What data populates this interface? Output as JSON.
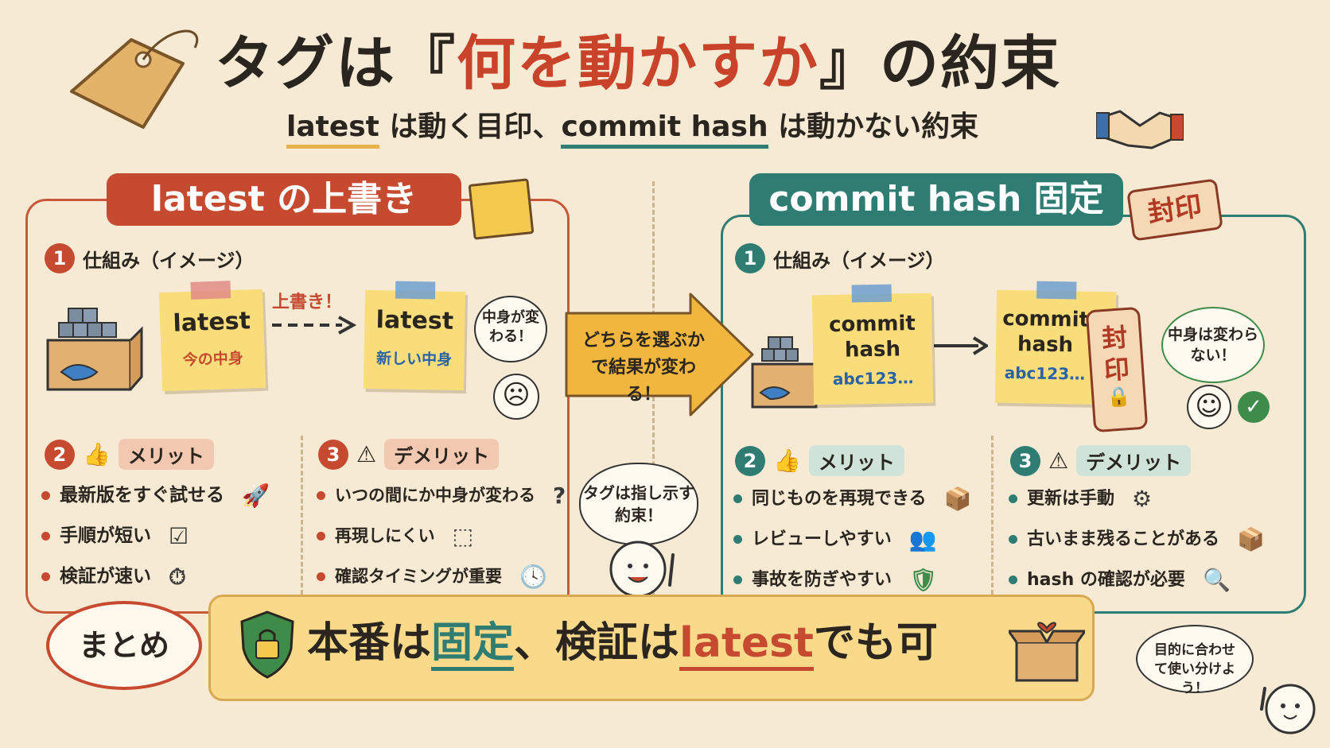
{
  "title": {
    "pre": "タグは『",
    "highlight": "何を動かすか",
    "post": "』の約束"
  },
  "subtitle": {
    "part1": "latest",
    "part2": " は動く目印、",
    "part3": "commit hash",
    "part4": " は動かない約束"
  },
  "left": {
    "banner": "latest の上書き",
    "step1": {
      "num": "1",
      "label": "仕組み（イメージ）"
    },
    "note1": {
      "title": "latest",
      "sub": "今の中身"
    },
    "arrow_label": "上書き！",
    "note2": {
      "title": "latest",
      "sub": "新しい中身"
    },
    "bubble": "中身が変わる！",
    "step2": {
      "num": "2",
      "label": "メリット"
    },
    "merits": [
      "最新版をすぐ試せる",
      "手順が短い",
      "検証が速い"
    ],
    "step3": {
      "num": "3",
      "label": "デメリット"
    },
    "demerits": [
      "いつの間にか中身が変わる",
      "再現しにくい",
      "確認タイミングが重要"
    ]
  },
  "center": {
    "arrow_text": "どちらを選ぶかで結果が変わる！",
    "bubble": "タグは指し示す約束！"
  },
  "right": {
    "banner": "commit hash 固定",
    "seal": "封印",
    "step1": {
      "num": "1",
      "label": "仕組み（イメージ）"
    },
    "note1": {
      "title": "commit hash",
      "sub": "abc123…"
    },
    "note2": {
      "title": "commit hash",
      "sub": "abc123…"
    },
    "tag_seal": "封印",
    "bubble": "中身は変わらない！",
    "step2": {
      "num": "2",
      "label": "メリット"
    },
    "merits": [
      "同じものを再現できる",
      "レビューしやすい",
      "事故を防ぎやすい"
    ],
    "step3": {
      "num": "3",
      "label": "デメリット"
    },
    "demerits": [
      "更新は手動",
      "古いまま残ることがある",
      "hash の確認が必要"
    ]
  },
  "summary": {
    "badge": "まとめ",
    "t1": "本番は",
    "t2": "固定",
    "t3": "、検証は",
    "t4": "latest",
    "t5": "でも可",
    "note": "目的に合わせて使い分けよう！"
  },
  "colors": {
    "red": "#c54a2f",
    "teal": "#2f7d72",
    "note_yellow": "#f8dd7a",
    "background": "#f6ead4"
  }
}
